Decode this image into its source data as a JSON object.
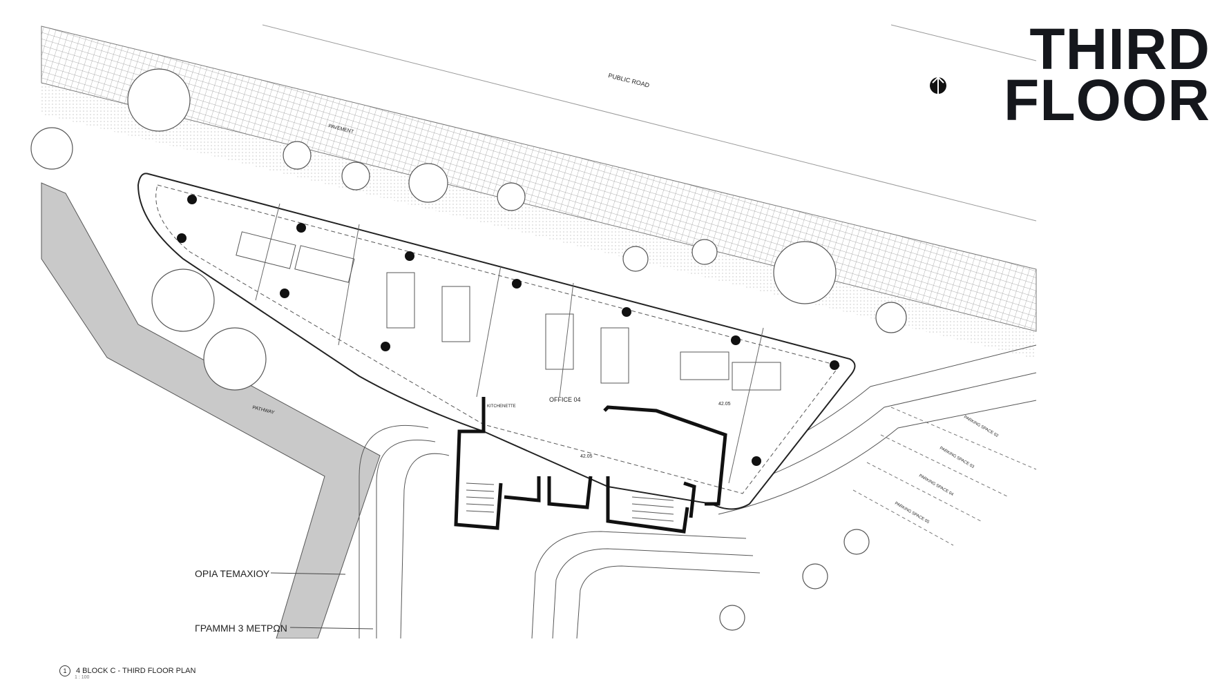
{
  "title": {
    "line1": "THIRD",
    "line2": "FLOOR"
  },
  "labels": {
    "public_road": "PUBLIC ROAD",
    "pavement": "PAVEMENT",
    "pathway": "PATHWAY",
    "office": "OFFICE 04",
    "kitchenette": "KITCHENETTE",
    "level_1": "42.05",
    "level_2": "42.05",
    "parking": [
      "PARKING SPACE 02",
      "PARKING SPACE 03",
      "PARKING SPACE 04",
      "PARKING SPACE 05"
    ]
  },
  "legend": {
    "plot_boundary": "ΟΡΙΑ ΤΕΜΑΧΙΟΥ",
    "setback_line": "ΓΡΑΜΜΗ 3 ΜΕΤΡΩΝ"
  },
  "caption": {
    "number": "1",
    "text": "4 BLOCK C - THIRD FLOOR PLAN",
    "scale": "1 : 100"
  },
  "colors": {
    "ink": "#15171c",
    "line": "#444444",
    "hatch": "#9a9a9a",
    "paved": "#c8c8c8"
  }
}
